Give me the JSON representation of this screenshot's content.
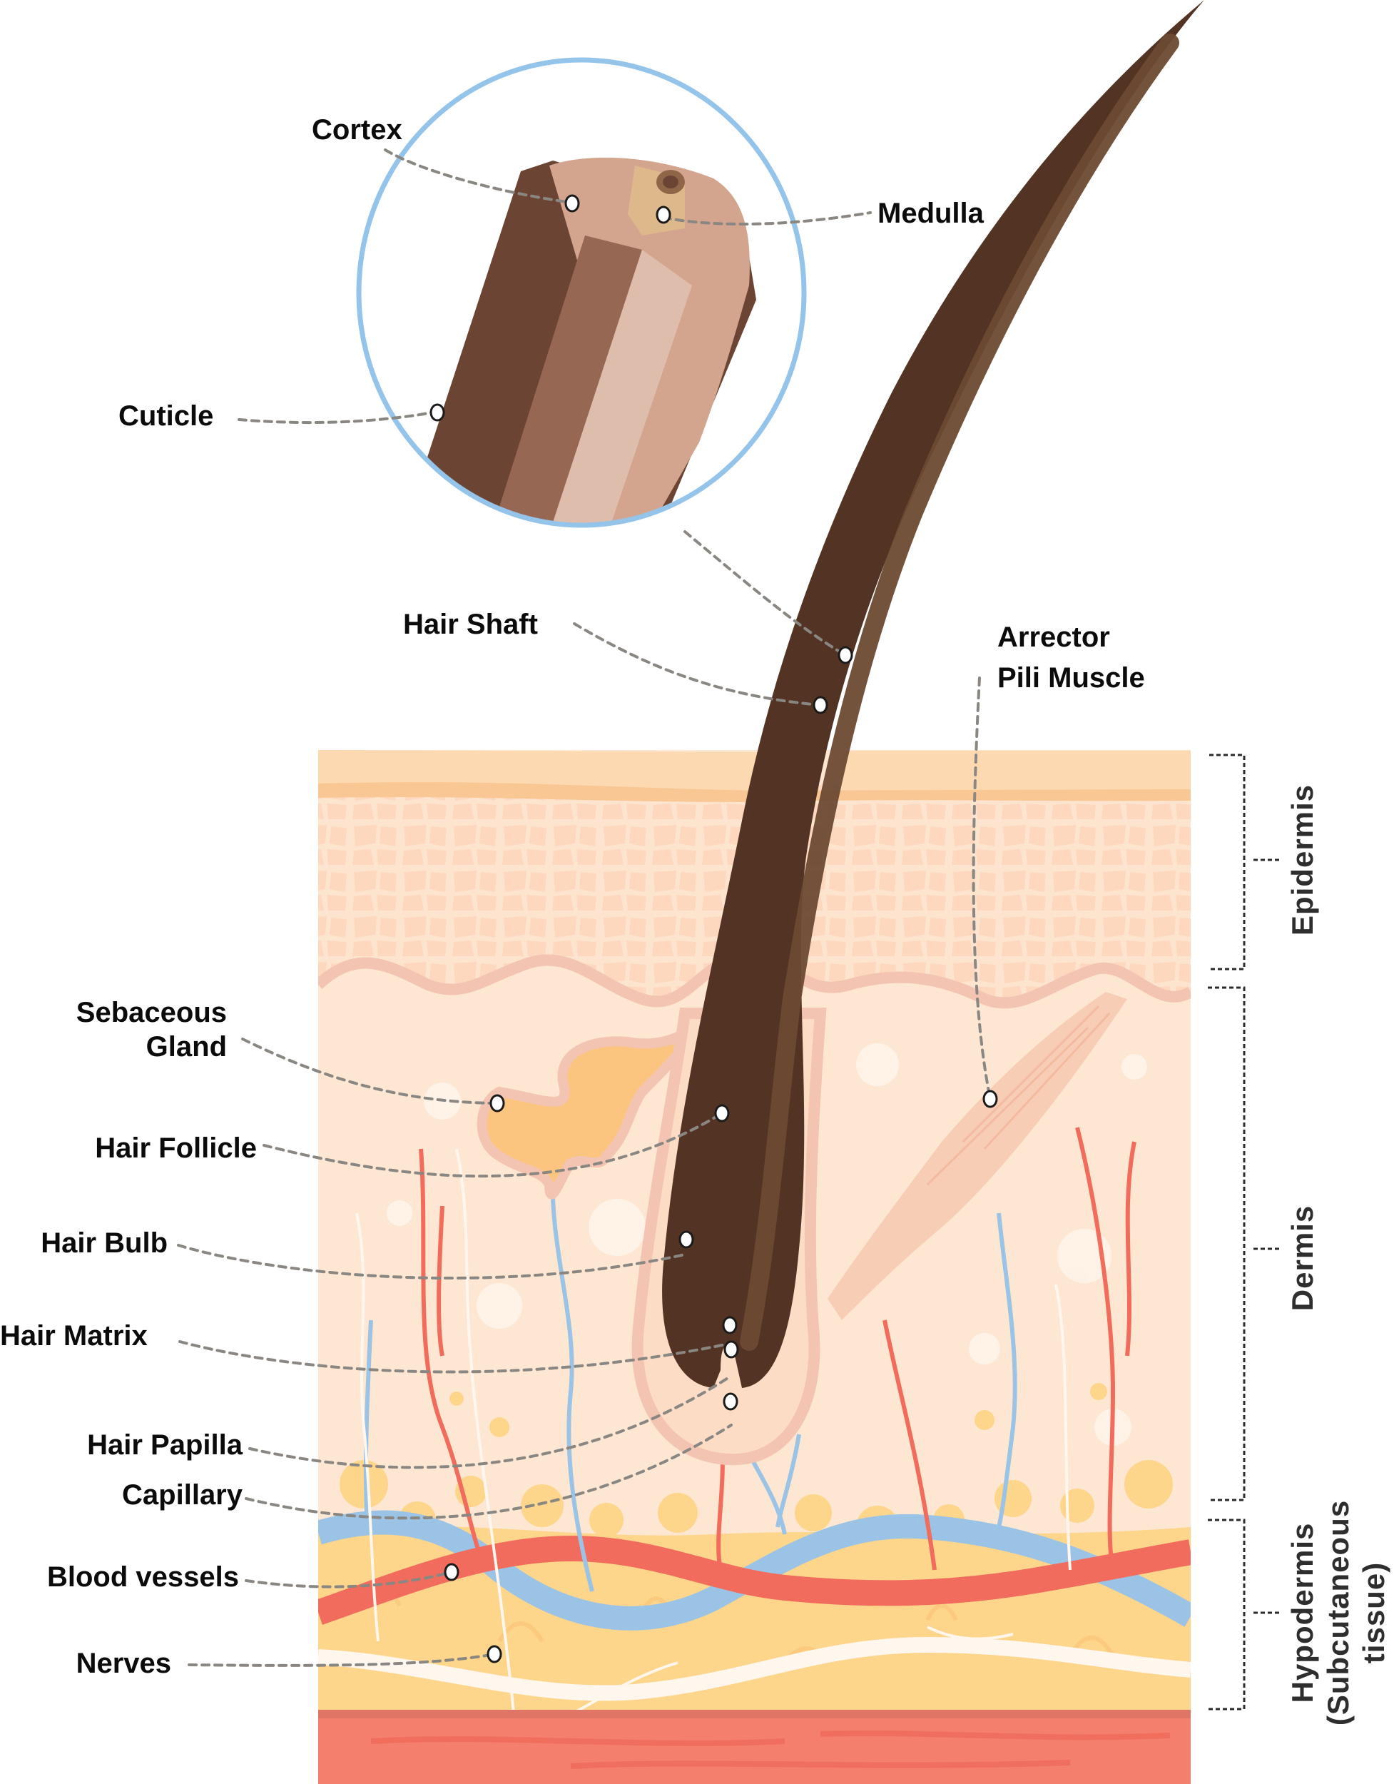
{
  "diagram": {
    "title": "Hair follicle and skin anatomy",
    "inset_labels": {
      "cortex": "Cortex",
      "medulla": "Medulla",
      "cuticle": "Cuticle"
    },
    "structure_labels": {
      "hair_shaft": "Hair Shaft",
      "arrector_line1": "Arrector",
      "arrector_line2": "Pili Muscle",
      "sebaceous_line1": "Sebaceous",
      "sebaceous_line2": "Gland",
      "hair_follicle": "Hair Follicle",
      "hair_bulb": "Hair Bulb",
      "hair_matrix": "Hair  Matrix",
      "hair_papilla": "Hair Papilla",
      "capillary": "Capillary",
      "blood_vessels": "Blood vessels",
      "nerves": "Nerves"
    },
    "layer_labels": {
      "epidermis": "Epidermis",
      "dermis": "Dermis",
      "hypodermis_line1": "Hypodermis",
      "hypodermis_line2": "(Subcutaneous",
      "hypodermis_line3": "tissue)"
    },
    "colors": {
      "hair_dark": "#533424",
      "hair_mid": "#6d4a33",
      "inset_ring": "#94c4ea",
      "stratum_corneum": "#fcd9b0",
      "stratum_band": "#f9c794",
      "epidermis_cells": "#fdd8bf",
      "dermis": "#fde7d2",
      "hypodermis_fat": "#fdd58b",
      "muscle": "#f47f6c",
      "artery": "#f26c5e",
      "vein": "#9bc3e6",
      "nerve": "#fff6ee",
      "sebum": "#fbc57f",
      "follicle_sheath": "#f3c4b2",
      "leader_line": "#8a8682"
    }
  }
}
